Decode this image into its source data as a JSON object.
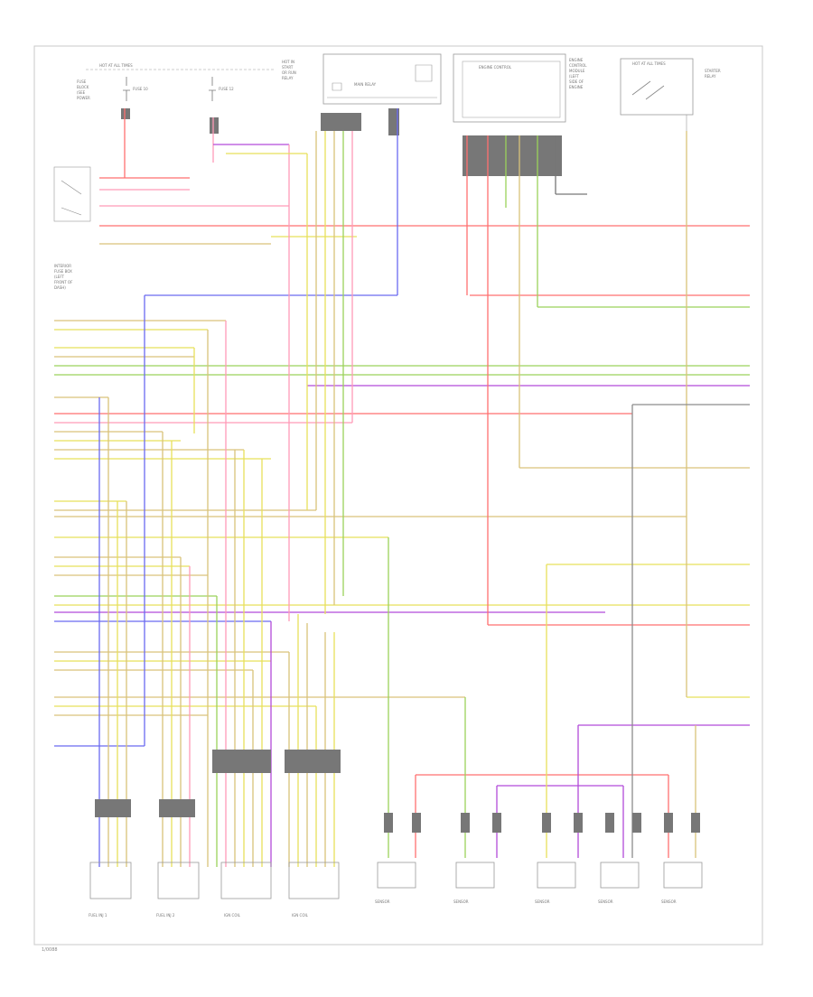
{
  "diagram": {
    "page_mark": "1/0088",
    "colors": {
      "red": "#ff6f6f",
      "pink": "#ff9ab8",
      "yellow": "#e8e05a",
      "tan": "#d9c27a",
      "green": "#9bd25a",
      "blue": "#6a6af0",
      "violet": "#b24bd9",
      "grey": "#8c8c8c",
      "border": "#bdbdbd"
    },
    "top_components": [
      {
        "id": "hot-at-all-times-fuse"
      },
      {
        "id": "ignition-fuse"
      },
      {
        "id": "splice-module"
      },
      {
        "id": "engine-control-module"
      },
      {
        "id": "starter-relay"
      }
    ],
    "bottom_components": [
      {
        "id": "fuel-injector-bank-1"
      },
      {
        "id": "fuel-injector-bank-2"
      },
      {
        "id": "ignition-coil-1"
      },
      {
        "id": "ignition-coil-2"
      },
      {
        "id": "sensor-1"
      },
      {
        "id": "sensor-2"
      },
      {
        "id": "sensor-3"
      },
      {
        "id": "sensor-4"
      },
      {
        "id": "sensor-5"
      }
    ]
  }
}
